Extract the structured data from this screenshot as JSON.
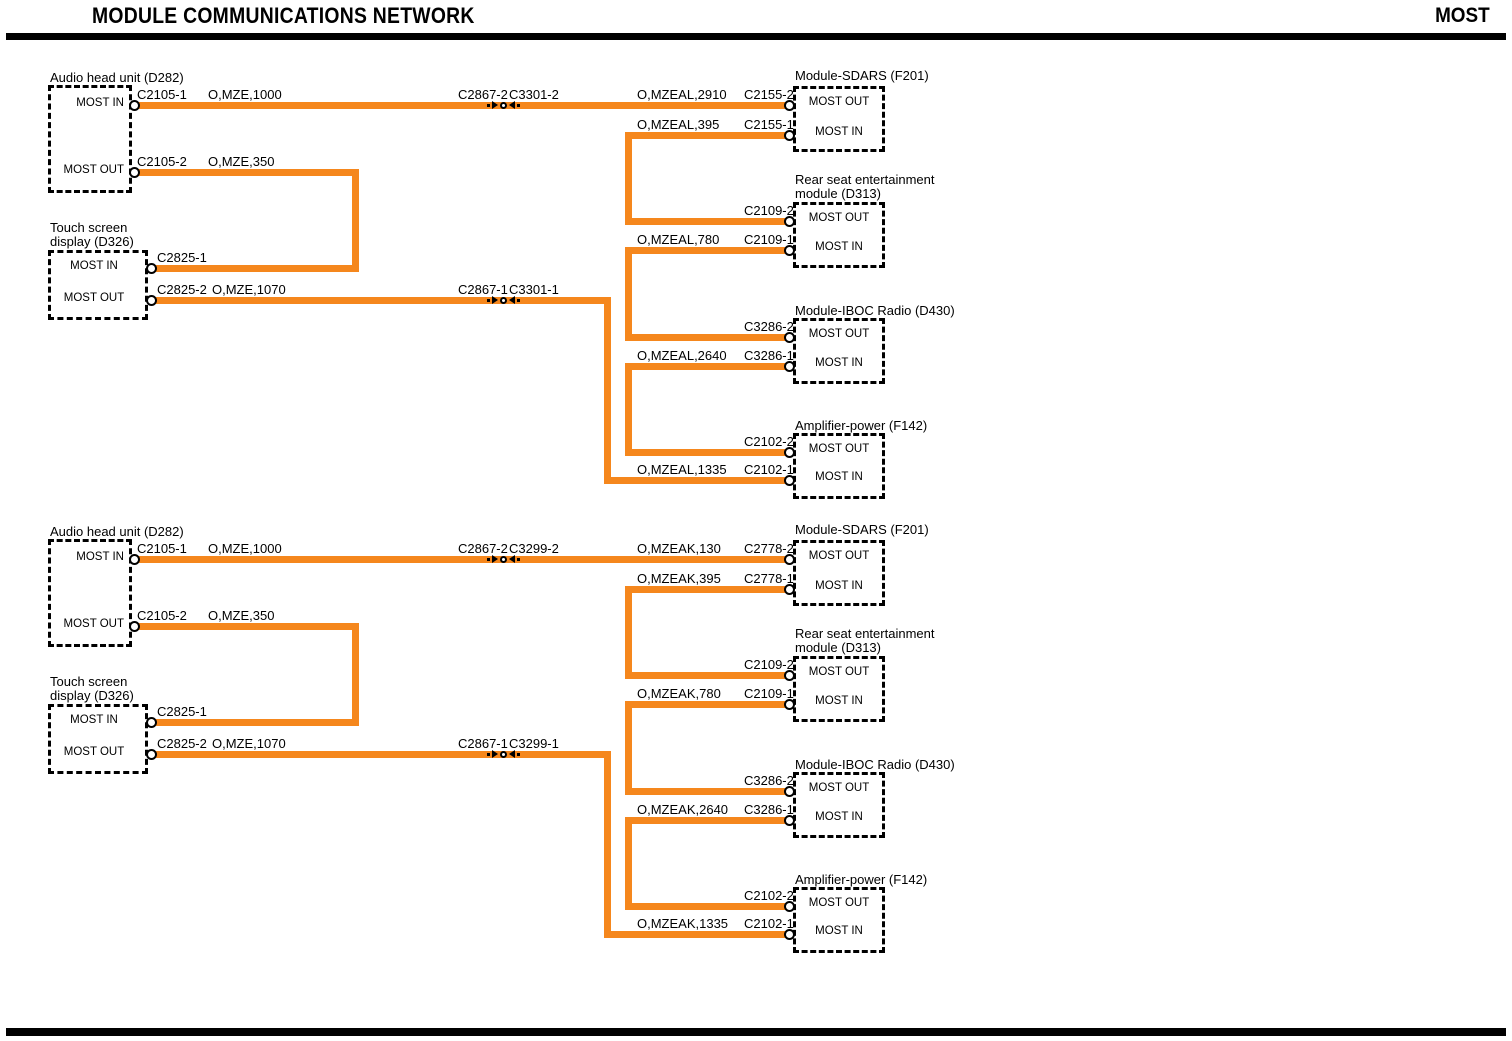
{
  "header": {
    "title": "MODULE COMMUNICATIONS NETWORK",
    "system_label": "MOST"
  },
  "wire_color": "#F5871D",
  "sections": [
    {
      "audio": {
        "title": "Audio head unit (D282)",
        "in_port": "MOST IN",
        "in_conn": "C2105-1",
        "in_wire": "O,MZE,1000",
        "out_port": "MOST OUT",
        "out_conn": "C2105-2",
        "out_wire": "O,MZE,350"
      },
      "touch": {
        "title1": "Touch screen",
        "title2": "display (D326)",
        "in_port": "MOST IN",
        "in_conn": "C2825-1",
        "out_port": "MOST OUT",
        "out_conn": "C2825-2",
        "out_wire": "O,MZE,1070"
      },
      "splice_top": {
        "a": "C2867-2",
        "b": "C3301-2"
      },
      "splice_bottom": {
        "a": "C2867-1",
        "b": "C3301-1"
      },
      "sdars": {
        "title": "Module-SDARS (F201)",
        "out_port": "MOST OUT",
        "out_conn": "C2155-2",
        "out_wire": "O,MZEAL,2910",
        "in_port": "MOST IN",
        "in_conn": "C2155-1",
        "in_wire": "O,MZEAL,395"
      },
      "rear": {
        "title1": "Rear seat entertainment",
        "title2": "module (D313)",
        "out_port": "MOST OUT",
        "out_conn": "C2109-2",
        "in_port": "MOST IN",
        "in_conn": "C2109-1",
        "in_wire": "O,MZEAL,780"
      },
      "iboc": {
        "title": "Module-IBOC Radio (D430)",
        "out_port": "MOST OUT",
        "out_conn": "C3286-2",
        "in_port": "MOST IN",
        "in_conn": "C3286-1",
        "in_wire": "O,MZEAL,2640"
      },
      "amp": {
        "title": "Amplifier-power (F142)",
        "out_port": "MOST OUT",
        "out_conn": "C2102-2",
        "in_port": "MOST IN",
        "in_conn": "C2102-1",
        "in_wire": "O,MZEAL,1335"
      }
    },
    {
      "audio": {
        "title": "Audio head unit (D282)",
        "in_port": "MOST IN",
        "in_conn": "C2105-1",
        "in_wire": "O,MZE,1000",
        "out_port": "MOST OUT",
        "out_conn": "C2105-2",
        "out_wire": "O,MZE,350"
      },
      "touch": {
        "title1": "Touch screen",
        "title2": "display (D326)",
        "in_port": "MOST IN",
        "in_conn": "C2825-1",
        "out_port": "MOST OUT",
        "out_conn": "C2825-2",
        "out_wire": "O,MZE,1070"
      },
      "splice_top": {
        "a": "C2867-2",
        "b": "C3299-2"
      },
      "splice_bottom": {
        "a": "C2867-1",
        "b": "C3299-1"
      },
      "sdars": {
        "title": "Module-SDARS (F201)",
        "out_port": "MOST OUT",
        "out_conn": "C2778-2",
        "out_wire": "O,MZEAK,130",
        "in_port": "MOST IN",
        "in_conn": "C2778-1",
        "in_wire": "O,MZEAK,395"
      },
      "rear": {
        "title1": "Rear seat entertainment",
        "title2": "module (D313)",
        "out_port": "MOST OUT",
        "out_conn": "C2109-2",
        "in_port": "MOST IN",
        "in_conn": "C2109-1",
        "in_wire": "O,MZEAK,780"
      },
      "iboc": {
        "title": "Module-IBOC Radio (D430)",
        "out_port": "MOST OUT",
        "out_conn": "C3286-2",
        "in_port": "MOST IN",
        "in_conn": "C3286-1",
        "in_wire": "O,MZEAK,2640"
      },
      "amp": {
        "title": "Amplifier-power (F142)",
        "out_port": "MOST OUT",
        "out_conn": "C2102-2",
        "in_port": "MOST IN",
        "in_conn": "C2102-1",
        "in_wire": "O,MZEAK,1335"
      }
    }
  ]
}
